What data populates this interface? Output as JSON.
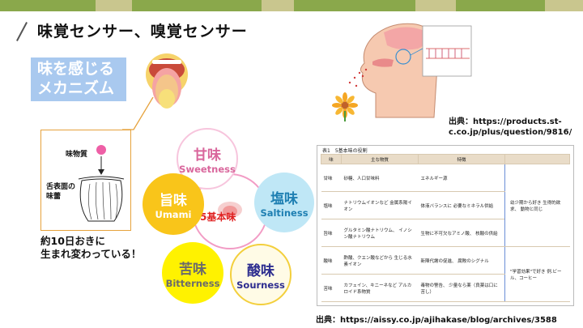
{
  "topbar": {
    "colors": [
      "#8aa84b",
      "#c9c68e",
      "#8aa84b",
      "#c9c68e",
      "#8aa84b",
      "#c9c68e",
      "#8aa84b",
      "#c9c68e"
    ]
  },
  "title": "味覚センサー、嗅覚センサー",
  "mechanism": {
    "line1": "味を感じる",
    "line2": "メカニズム"
  },
  "taste_bud": {
    "substance_label": "味物質",
    "surface_label": "舌表面の味蕾"
  },
  "renewal_note": {
    "line1": "約10日おきに",
    "line2": "生まれ変わっている！"
  },
  "five_tastes": {
    "center_label": "5基本味",
    "sweet": {
      "jp": "甘味",
      "en": "Sweetness"
    },
    "salt": {
      "jp": "塩味",
      "en": "Saltiness"
    },
    "sour": {
      "jp": "酸味",
      "en": "Sourness"
    },
    "bitter": {
      "jp": "苦味",
      "en": "Bitterness"
    },
    "umami": {
      "jp": "旨味",
      "en": "Umami"
    }
  },
  "smell_source": {
    "line1": "出典：https://products.st-",
    "line2": "c.co.jp/plus/question/9816/"
  },
  "table": {
    "caption": "表1　5基本味の役割",
    "headers": [
      "味",
      "主な物質",
      "特徴",
      ""
    ],
    "rows": [
      {
        "taste": "甘味",
        "substance": "砂糖、人口甘味料",
        "feature": "エネルギー源"
      },
      {
        "taste": "塩味",
        "substance": "ナトリウムイオンなど 金属系陽イオン",
        "feature": "体液バランスに 必要なミネラル供給"
      },
      {
        "taste": "旨味",
        "substance": "グルタミン酸ナトリウム、 イノシン酸ナトリウム",
        "feature": "生物に不可欠なアミノ酸、 核酸の供給"
      },
      {
        "taste": "酸味",
        "substance": "酢酸、クエン酸などから 生じる水素イオン",
        "feature": "新陳代謝の促進、 腐敗のシグナル"
      },
      {
        "taste": "苦味",
        "substance": "カフェイン、キニーネなど アルカロイド系物質",
        "feature": "毒物の警告、 少量なら薬（良薬は口に苦し）"
      }
    ],
    "note_top": "幼少期から好き 生得的欲求、 動物と同じ",
    "note_bottom": "\"学習効果\"で好き 例.ビール、コーヒー"
  },
  "table_source": "出典：https://aissy.co.jp/ajihakase/blog/archives/3588"
}
